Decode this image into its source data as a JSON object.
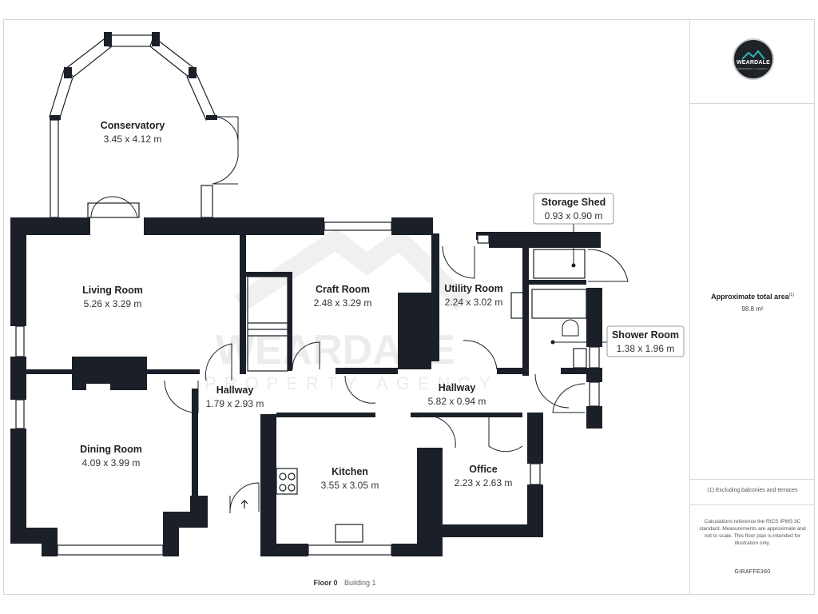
{
  "rooms": [
    {
      "name": "Conservatory",
      "dims": "3.45 x 4.12 m"
    },
    {
      "name": "Living Room",
      "dims": "5.26 x 3.29 m"
    },
    {
      "name": "Craft Room",
      "dims": "2.48 x 3.29 m"
    },
    {
      "name": "Utility Room",
      "dims": "2.24 x 3.02 m"
    },
    {
      "name": "Storage Shed",
      "dims": "0.93 x 0.90 m"
    },
    {
      "name": "Shower Room",
      "dims": "1.38 x 1.96 m"
    },
    {
      "name": "Hallway",
      "dims": "1.79 x 2.93 m"
    },
    {
      "name": "Hallway",
      "dims": "5.82 x 0.94 m"
    },
    {
      "name": "Dining Room",
      "dims": "4.09 x 3.99 m"
    },
    {
      "name": "Kitchen",
      "dims": "3.55 x 3.05 m"
    },
    {
      "name": "Office",
      "dims": "2.23 x 2.63 m"
    }
  ],
  "watermark": {
    "name": "WEARDALE",
    "sub": "PROPERTY AGENCY"
  },
  "sidebar": {
    "logo_name": "WEARDALE",
    "logo_sub": "PROPERTY AGENCY",
    "area_title": "Approximate total area",
    "area_title_note": "(1)",
    "area_value": "98.8 m²",
    "exclusion": "(1) Excluding balconies and terraces",
    "note": "Calculations reference the RICS IPMS 3C standard. Measurements are approximate and not to scale. This floor plan is intended for illustration only.",
    "provider": "GIRAFFE360"
  },
  "footer": {
    "floor": "Floor 0",
    "building": "Building 1"
  }
}
